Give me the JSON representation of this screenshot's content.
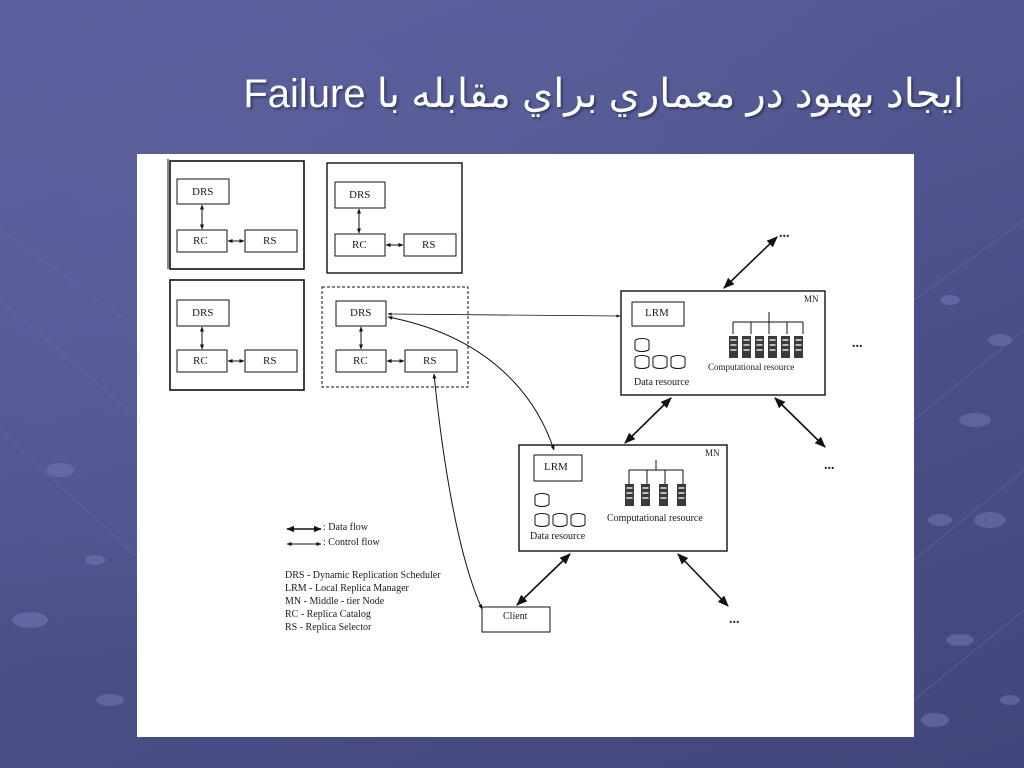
{
  "slide": {
    "title": "ايجاد بهبود در معماري براي مقابله با Failure",
    "background_color": "#4e528c",
    "panel_color": "#ffffff"
  },
  "diagram": {
    "node_labels": {
      "drs": "DRS",
      "rc": "RC",
      "rs": "RS",
      "lrm": "LRM",
      "mn": "MN",
      "data_resource": "Data resource",
      "computational_resource": "Computational resource",
      "client": "Client",
      "ellipsis": "..."
    },
    "legend": {
      "data_flow": ": Data flow",
      "control_flow": ": Control flow"
    },
    "abbreviations": [
      "DRS - Dynamic Replication Scheduler",
      "LRM - Local Replica Manager",
      "MN - Middle - tier Node",
      "RC - Replica Catalog",
      "RS - Replica Selector"
    ]
  }
}
